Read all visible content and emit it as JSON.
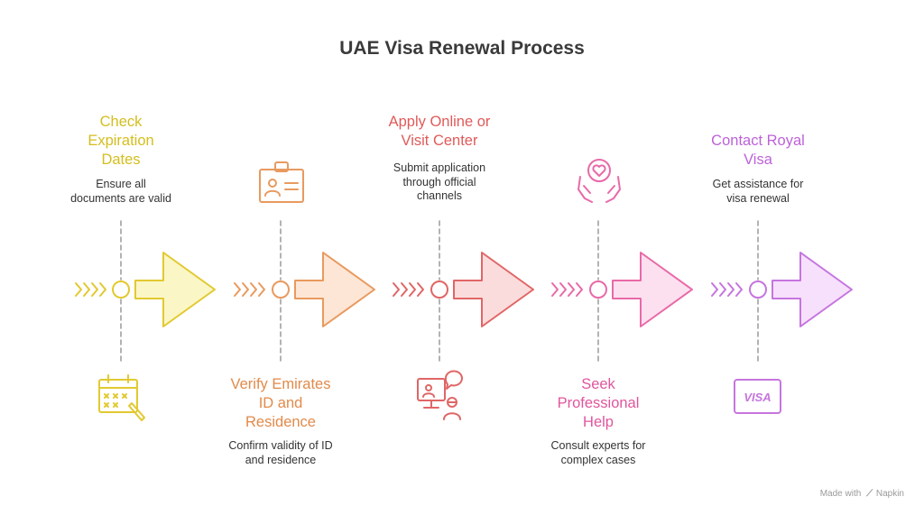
{
  "title": "UAE Visa Renewal Process",
  "steps": [
    {
      "title": "Check\nExpiration\nDates",
      "description": "Ensure all\ndocuments are valid",
      "color": "#e2c930",
      "fill": "#fbf6c6",
      "text_color": "#d4be1e",
      "icon": "calendar-edit-icon",
      "text_position": "top"
    },
    {
      "title": "Verify Emirates\nID and\nResidence",
      "description": "Confirm validity of ID\nand residence",
      "color": "#e89a5f",
      "fill": "#fde6d6",
      "text_color": "#e28a4a",
      "icon": "id-card-icon",
      "text_position": "bottom"
    },
    {
      "title": "Apply Online or\nVisit Center",
      "description": "Submit application\nthrough official\nchannels",
      "color": "#e06666",
      "fill": "#fbdcdc",
      "text_color": "#e05a5a",
      "icon": "online-meeting-icon",
      "text_position": "top"
    },
    {
      "title": "Seek\nProfessional\nHelp",
      "description": "Consult experts for\ncomplex cases",
      "color": "#e86aa8",
      "fill": "#fde0ef",
      "text_color": "#e0569c",
      "icon": "helping-hands-heart-icon",
      "text_position": "bottom"
    },
    {
      "title": "Contact Royal\nVisa",
      "description": "Get assistance for\nvisa renewal",
      "color": "#c675de",
      "fill": "#f6e0fc",
      "text_color": "#bd62d8",
      "icon": "visa-card-icon",
      "text_position": "top"
    }
  ],
  "visa_card_label": "VISA",
  "footer": {
    "prefix": "Made with",
    "brand": "Napkin"
  }
}
